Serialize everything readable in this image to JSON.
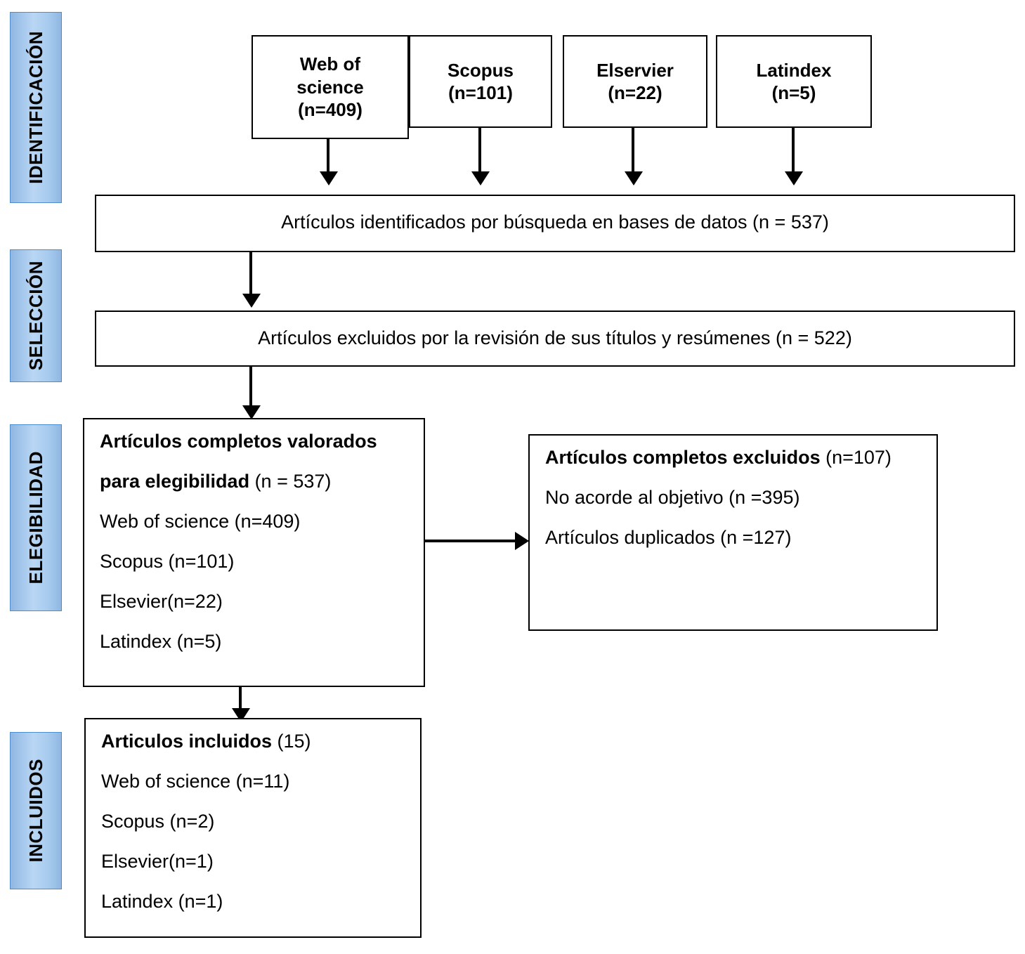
{
  "diagram": {
    "title": "PRISMA flow diagram",
    "accent_color": "#8fb7e2",
    "border_color": "#4f8ccc",
    "line_color": "#000000"
  },
  "stages": [
    {
      "id": "identificacion",
      "label": "IDENTIFICACIÓN"
    },
    {
      "id": "seleccion",
      "label": "SELECCIÓN"
    },
    {
      "id": "elegibilidad",
      "label": "ELEGIBILIDAD"
    },
    {
      "id": "incluidos",
      "label": "INCLUIDOS"
    }
  ],
  "sources": [
    {
      "id": "web-of-science",
      "text": "Web of\nscience\n(n=409)"
    },
    {
      "id": "scopus",
      "text": "Scopus\n(n=101)"
    },
    {
      "id": "elservier",
      "text": "Elservier\n(n=22)"
    },
    {
      "id": "latindex",
      "text": "Latindex\n(n=5)"
    }
  ],
  "identified": {
    "text": "Artículos identificados por búsqueda en bases de datos (n = 537)"
  },
  "excluded_titles": {
    "text": "Artículos excluidos por la revisión de sus títulos y resúmenes (n = 522)"
  },
  "eligibility": {
    "heading_bold_1": "Artículos completos valorados",
    "heading_bold_2": "para elegibilidad",
    "heading_rest": " (n = 537)",
    "items": [
      "Web of science (n=409)",
      "Scopus (n=101)",
      "Elsevier(n=22)",
      "Latindex (n=5)"
    ]
  },
  "full_excluded": {
    "heading_bold": "Artículos completos excluidos",
    "heading_rest": " (n=107)",
    "items": [
      "No acorde al objetivo (n =395)",
      "Artículos duplicados (n =127)"
    ]
  },
  "included": {
    "heading_bold": "Articulos incluidos",
    "heading_rest": " (15)",
    "items": [
      "Web of science (n=11)",
      "Scopus (n=2)",
      "Elsevier(n=1)",
      "Latindex (n=1)"
    ]
  },
  "chart_data": {
    "type": "diagram",
    "title": "PRISMA flow diagram (Spanish)",
    "nodes": [
      {
        "id": "web-of-science",
        "stage": "IDENTIFICACIÓN",
        "label": "Web of science",
        "n": 409
      },
      {
        "id": "scopus",
        "stage": "IDENTIFICACIÓN",
        "label": "Scopus",
        "n": 101
      },
      {
        "id": "elservier",
        "stage": "IDENTIFICACIÓN",
        "label": "Elservier",
        "n": 22
      },
      {
        "id": "latindex",
        "stage": "IDENTIFICACIÓN",
        "label": "Latindex",
        "n": 5
      },
      {
        "id": "identified",
        "stage": "IDENTIFICACIÓN",
        "label": "Artículos identificados por búsqueda en bases de datos",
        "n": 537
      },
      {
        "id": "excluded-titles",
        "stage": "SELECCIÓN",
        "label": "Artículos excluidos por la revisión de sus títulos y resúmenes",
        "n": 522
      },
      {
        "id": "eligibility",
        "stage": "ELEGIBILIDAD",
        "label": "Artículos completos valorados para elegibilidad",
        "n": 537
      },
      {
        "id": "full-excluded",
        "stage": "ELEGIBILIDAD",
        "label": "Artículos completos excluidos",
        "n": 107
      },
      {
        "id": "included",
        "stage": "INCLUIDOS",
        "label": "Articulos incluidos",
        "n": 15
      }
    ],
    "edges": [
      {
        "from": "web-of-science",
        "to": "identified"
      },
      {
        "from": "scopus",
        "to": "identified"
      },
      {
        "from": "elservier",
        "to": "identified"
      },
      {
        "from": "latindex",
        "to": "identified"
      },
      {
        "from": "identified",
        "to": "excluded-titles"
      },
      {
        "from": "excluded-titles",
        "to": "eligibility"
      },
      {
        "from": "eligibility",
        "to": "full-excluded"
      },
      {
        "from": "eligibility",
        "to": "included"
      }
    ]
  }
}
